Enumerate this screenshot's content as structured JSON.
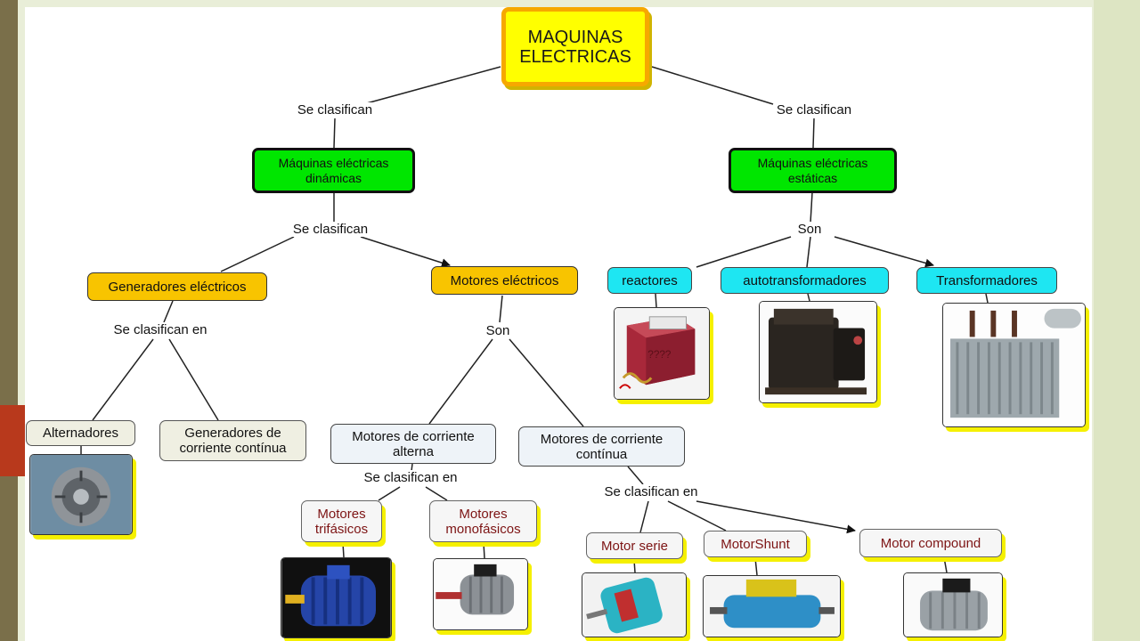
{
  "root": {
    "label": "MAQUINAS\nELECTRICAS"
  },
  "edge_labels": {
    "left_top": "Se clasifican",
    "right_top": "Se clasifican",
    "dynamic": "Se clasifican",
    "static": "Son",
    "generators": "Se clasifican en",
    "motors": "Son",
    "ac_motors": "Se clasifican en",
    "dc_motors": "Se clasifican en"
  },
  "nodes": {
    "dynamic": "Máquinas eléctricas\ndinámicas",
    "static": "Máquinas eléctricas\nestáticas",
    "generators": "Generadores eléctricos",
    "motors": "Motores eléctricos",
    "reactors": "reactores",
    "autotransformers": "autotransformadores",
    "transformers": "Transformadores",
    "alternators": "Alternadores",
    "dc_generators": "Generadores de\ncorriente contínua",
    "ac_motors": "Motores de corriente\nalterna",
    "dc_motors": "Motores de corriente\ncontínua",
    "three_phase": "Motores\ntrifásicos",
    "single_phase": "Motores\nmonofásicos",
    "series_motor": "Motor serie",
    "shunt_motor": "MotorShunt",
    "compound_motor": "Motor  compound"
  },
  "photos": {
    "reactor_marks": "????"
  },
  "colors": {
    "root_fill": "#ffff00",
    "root_border": "#f6a800",
    "green": "#00e600",
    "yellow": "#f8c400",
    "cyan": "#1ee6f2",
    "shadow": "#f5f000"
  }
}
